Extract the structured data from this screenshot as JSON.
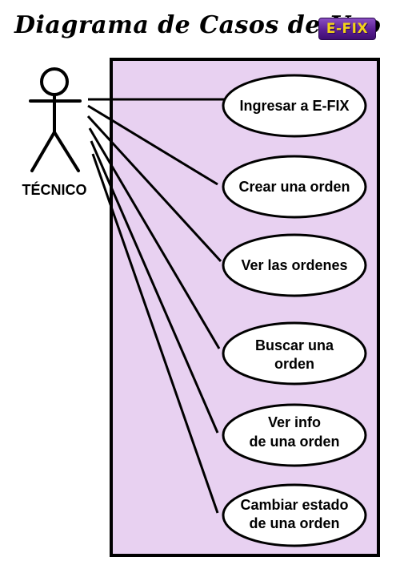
{
  "title": "Diagrama de Casos de Uso",
  "logo": "E-FIX",
  "actor": {
    "label": "TÉCNICO",
    "icon": "stick-figure-actor-icon"
  },
  "use_cases": [
    {
      "id": "ingresar",
      "lines": [
        "Ingresar a E-FIX"
      ]
    },
    {
      "id": "crear",
      "lines": [
        "Crear una orden"
      ]
    },
    {
      "id": "ver-ordenes",
      "lines": [
        "Ver las ordenes"
      ]
    },
    {
      "id": "buscar",
      "lines": [
        "Buscar una",
        "orden"
      ]
    },
    {
      "id": "ver-info",
      "lines": [
        "Ver info",
        "de una orden"
      ]
    },
    {
      "id": "cambiar-estado",
      "lines": [
        "Cambiar estado",
        "de una orden"
      ]
    }
  ],
  "colors": {
    "system_fill": "#e8d1f1",
    "line": "#000000",
    "ellipse_fill": "#ffffff",
    "logo_gradient_top": "#8a4fc2",
    "logo_text": "#f2d21a"
  }
}
